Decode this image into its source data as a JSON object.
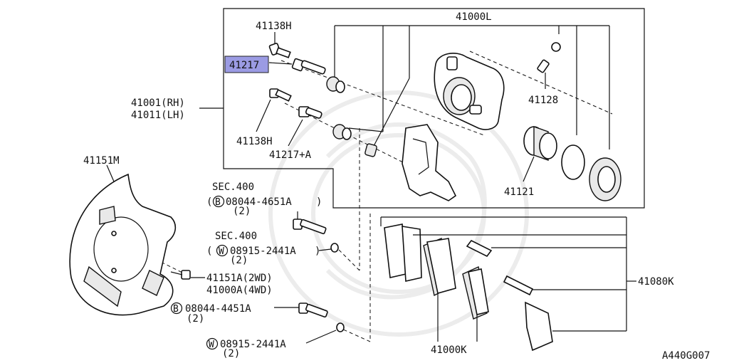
{
  "labels": {
    "caliper_assy": "41000L",
    "bolt_h_top": "41138H",
    "pin_highlight": "41217",
    "body_rh": "41001(RH)",
    "body_lh": "41011(LH)",
    "bolt_h_bottom": "41138H",
    "pin_a": "41217+A",
    "bleeder": "41128",
    "piston": "41121",
    "plate": "41151M",
    "sec1": "SEC.400",
    "bolt1": "08044-4651A",
    "bolt1_qty": "(2)",
    "sec2": "SEC.400",
    "washer1": "08915-2441A",
    "washer1_qty": "(2)",
    "screw_2wd": "41151A(2WD)",
    "screw_4wd": "41000A(4WD)",
    "bolt2": "08044-4451A",
    "bolt2_qty": "(2)",
    "washer2": "08915-2441A",
    "washer2_qty": "(2)",
    "pad_kit": "41080K",
    "pad": "41000K",
    "figure_id": "A440G007"
  },
  "symbols": {
    "b_circle": "B",
    "w_circle": "W"
  },
  "colors": {
    "highlight": "#9b9be3",
    "ink": "#111111"
  }
}
